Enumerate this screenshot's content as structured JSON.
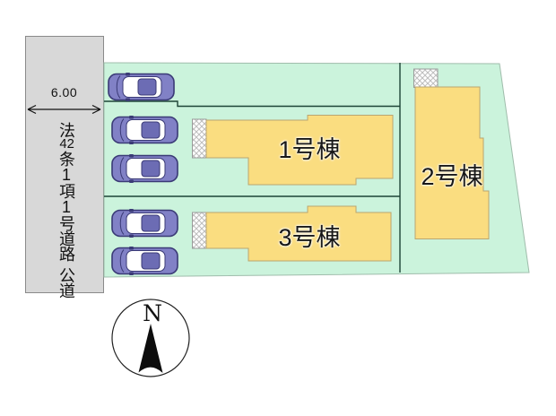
{
  "plan": {
    "road": {
      "width_label": "6.00",
      "law_prefix": "法",
      "law_number": "42",
      "law_suffix": "条1項1号道路",
      "road_type": "公道"
    },
    "buildings": [
      {
        "label": "1号棟"
      },
      {
        "label": "2号棟"
      },
      {
        "label": "3号棟"
      }
    ],
    "compass": {
      "north_label": "N"
    },
    "cars_count": 5,
    "colors": {
      "lot_green": "#cbf3dc",
      "building_yellow": "#fadd80",
      "road_gray": "#d8d8d8",
      "car_body": "#8181c6",
      "boundary_dark": "#1d4436"
    }
  }
}
